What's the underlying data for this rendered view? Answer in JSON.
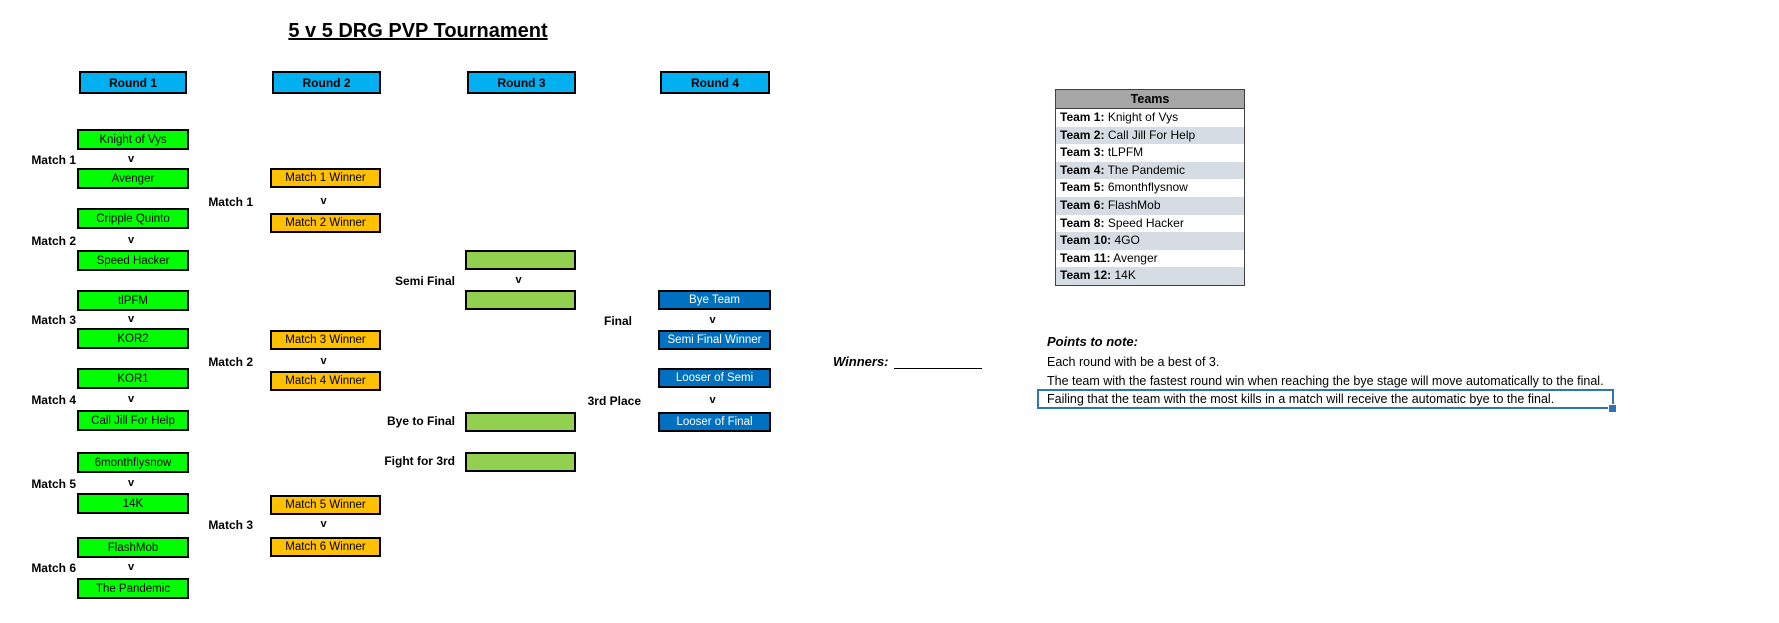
{
  "title": "5 v 5 DRG PVP Tournament",
  "round_headers": [
    "Round 1",
    "Round 2",
    "Round 3",
    "Round 4"
  ],
  "versus": "v",
  "bracket": {
    "round1": [
      {
        "label": "Match 1",
        "top": "Knight of Vys",
        "bottom": "Avenger"
      },
      {
        "label": "Match 2",
        "top": "Cripple Quinto",
        "bottom": "Speed Hacker"
      },
      {
        "label": "Match 3",
        "top": "tlPFM",
        "bottom": "KOR2"
      },
      {
        "label": "Match 4",
        "top": "KOR1",
        "bottom": "Call Jill For Help"
      },
      {
        "label": "Match 5",
        "top": "6monthflysnow",
        "bottom": "14K"
      },
      {
        "label": "Match 6",
        "top": "FlashMob",
        "bottom": "The Pandemic"
      }
    ],
    "round2": [
      {
        "label": "Match 1",
        "top": "Match 1 Winner",
        "bottom": "Match 2 Winner"
      },
      {
        "label": "Match 2",
        "top": "Match 3 Winner",
        "bottom": "Match 4 Winner"
      },
      {
        "label": "Match 3",
        "top": "Match 5 Winner",
        "bottom": "Match 6 Winner"
      }
    ],
    "round3": {
      "semi_label": "Semi Final",
      "bye_label": "Bye to Final",
      "fight_label": "Fight for 3rd"
    },
    "round4": {
      "final_label": "Final",
      "final_top": "Bye Team",
      "final_bottom": "Semi Final Winner",
      "third_label": "3rd Place",
      "third_top": "Looser of Semi",
      "third_bottom": "Looser of Final"
    }
  },
  "winners": {
    "label": "Winners:"
  },
  "teams_table": {
    "header": "Teams",
    "rows": [
      {
        "label": "Team 1:",
        "name": "Knight of Vys"
      },
      {
        "label": "Team 2:",
        "name": "Call Jill For Help"
      },
      {
        "label": "Team 3:",
        "name": "tLPFM"
      },
      {
        "label": "Team 4:",
        "name": "The Pandemic"
      },
      {
        "label": "Team 5:",
        "name": "6monthflysnow"
      },
      {
        "label": "Team 6:",
        "name": "FlashMob"
      },
      {
        "label": "Team 8:",
        "name": "Speed Hacker"
      },
      {
        "label": "Team 10:",
        "name": "4GO"
      },
      {
        "label": "Team 11:",
        "name": "Avenger"
      },
      {
        "label": "Team 12:",
        "name": "14K"
      }
    ]
  },
  "notes": {
    "heading": "Points to note:",
    "line1": "Each round with be a best of 3.",
    "line2": "The team with the fastest round win when reaching the bye stage will move automatically to the final.",
    "line3": "Failing that the team with the most kills in a match will receive the automatic bye to the final."
  },
  "colors": {
    "round_header": "#00B0F0",
    "team_box_green": "#00FF00",
    "winner_box_orange": "#FFC000",
    "slot_box_light_green": "#92D050",
    "final_box_blue": "#0070C0",
    "selection_blue": "#2E75B6",
    "table_header_gray": "#A6A6A6",
    "table_stripe": "#D6DCE4"
  }
}
